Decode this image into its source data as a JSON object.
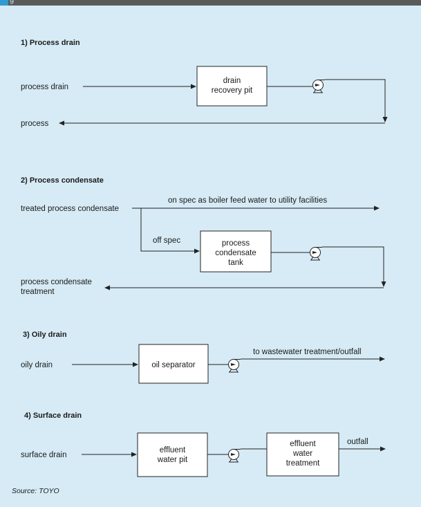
{
  "header": {
    "tag": "g"
  },
  "sections": {
    "s1": {
      "title": "1) Process drain",
      "input_label": "process drain",
      "box": [
        "drain",
        "recovery pit"
      ],
      "return_label": "process"
    },
    "s2": {
      "title": "2) Process condensate",
      "input_label": "treated process condensate",
      "spec_label": "on spec as boiler feed water to utility facilities",
      "offspec_label": "off spec",
      "box": [
        "process",
        "condensate",
        "tank"
      ],
      "return_label": [
        "process condensate",
        "treatment"
      ]
    },
    "s3": {
      "title": "3) Oily drain",
      "input_label": "oily drain",
      "box": [
        "oil separator"
      ],
      "output_label": "to wastewater treatment/outfall"
    },
    "s4": {
      "title": "4) Surface drain",
      "input_label": "surface drain",
      "box1": [
        "effluent",
        "water pit"
      ],
      "box2": [
        "effluent",
        "water",
        "treatment"
      ],
      "output_label": "outfall"
    }
  },
  "source": "Source: TOYO"
}
